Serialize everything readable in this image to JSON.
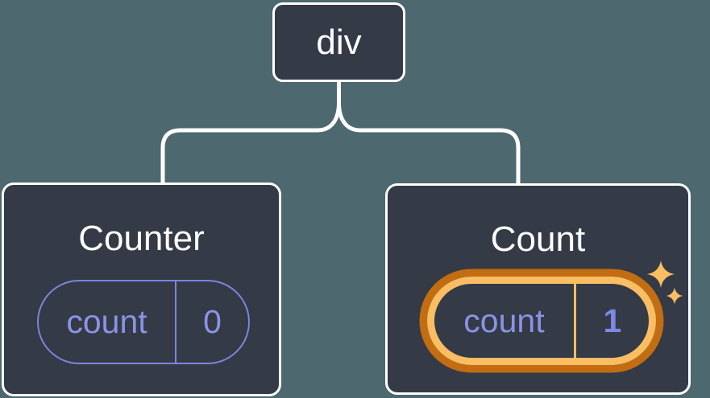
{
  "diagram": {
    "description": "Component tree diagram: a div root element with two child components at the same position, the second one re-rendered with new state",
    "colors": {
      "background": "#4d686f",
      "node_fill": "#343a46",
      "line_and_border": "#ffffff",
      "state_purple_border": "#7c85dc",
      "state_purple_text": "#8b93e6",
      "highlight_orange_dark": "#c26d12",
      "highlight_orange_light": "#f9bd64"
    },
    "root": {
      "label": "div"
    },
    "children": [
      {
        "title": "Counter",
        "state_key": "count",
        "state_value": "0",
        "highlighted": false
      },
      {
        "title": "Count",
        "state_key": "count",
        "state_value": "1",
        "highlighted": true
      }
    ]
  }
}
